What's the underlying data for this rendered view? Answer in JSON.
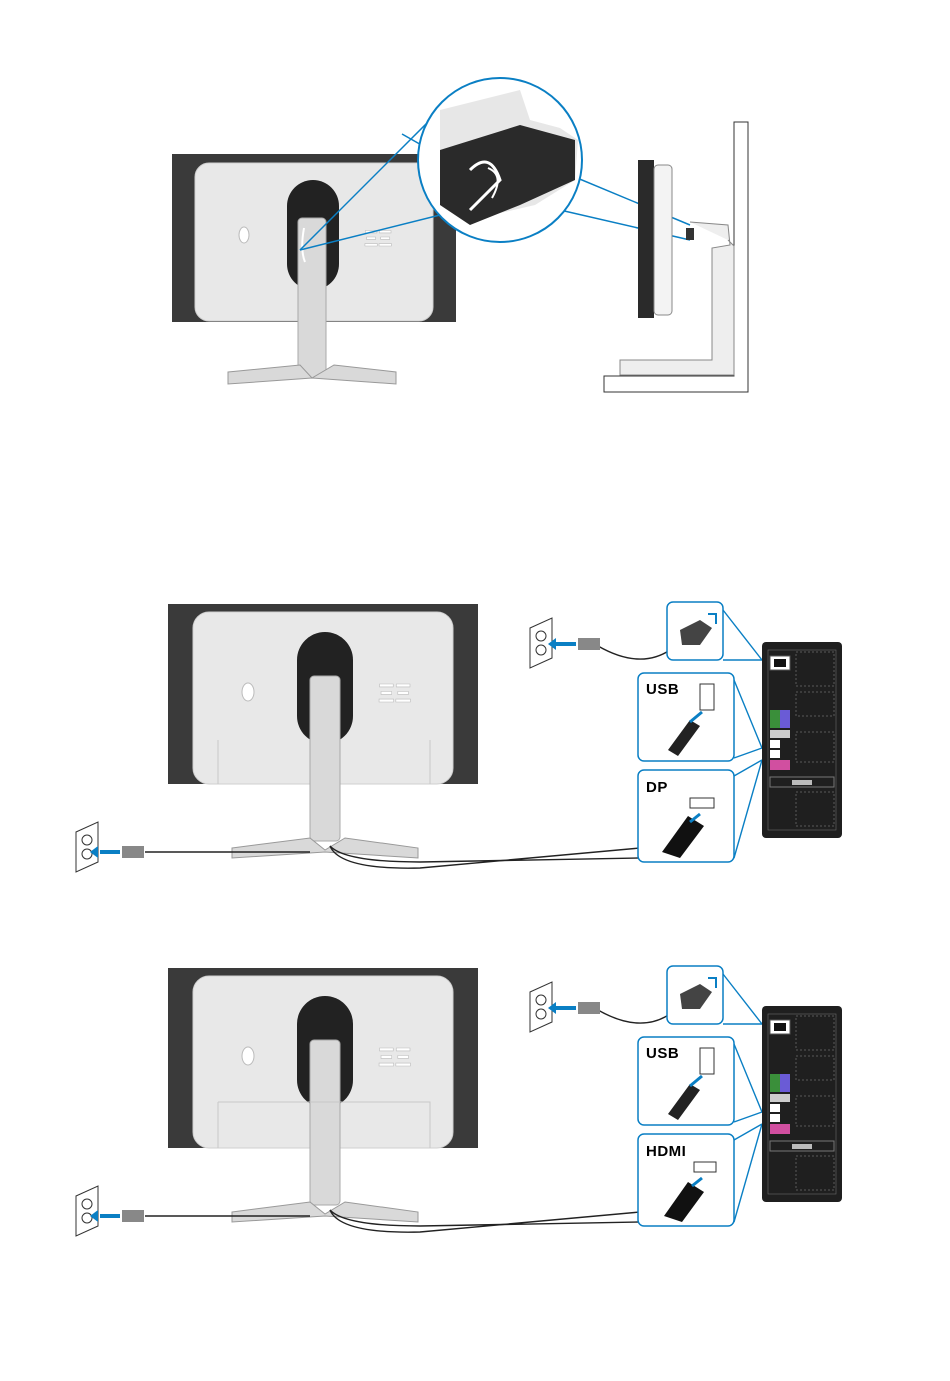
{
  "diagram": {
    "connector_labels": {
      "usb": "USB",
      "dp": "DP",
      "hdmi": "HDMI"
    },
    "colors": {
      "accent": "#0a7fc4",
      "monitor_back": "#e6e6e6",
      "monitor_frame": "#3a3a3a",
      "stand": "#d9d9d9",
      "pc_case": "#1f1f1f"
    },
    "icons": [
      "monitor-back-icon",
      "stand-icon",
      "cable-clip-icon",
      "wall-outlet-icon",
      "power-plug-icon",
      "usb-connector-icon",
      "displayport-connector-icon",
      "hdmi-connector-icon",
      "pc-tower-icon"
    ]
  }
}
